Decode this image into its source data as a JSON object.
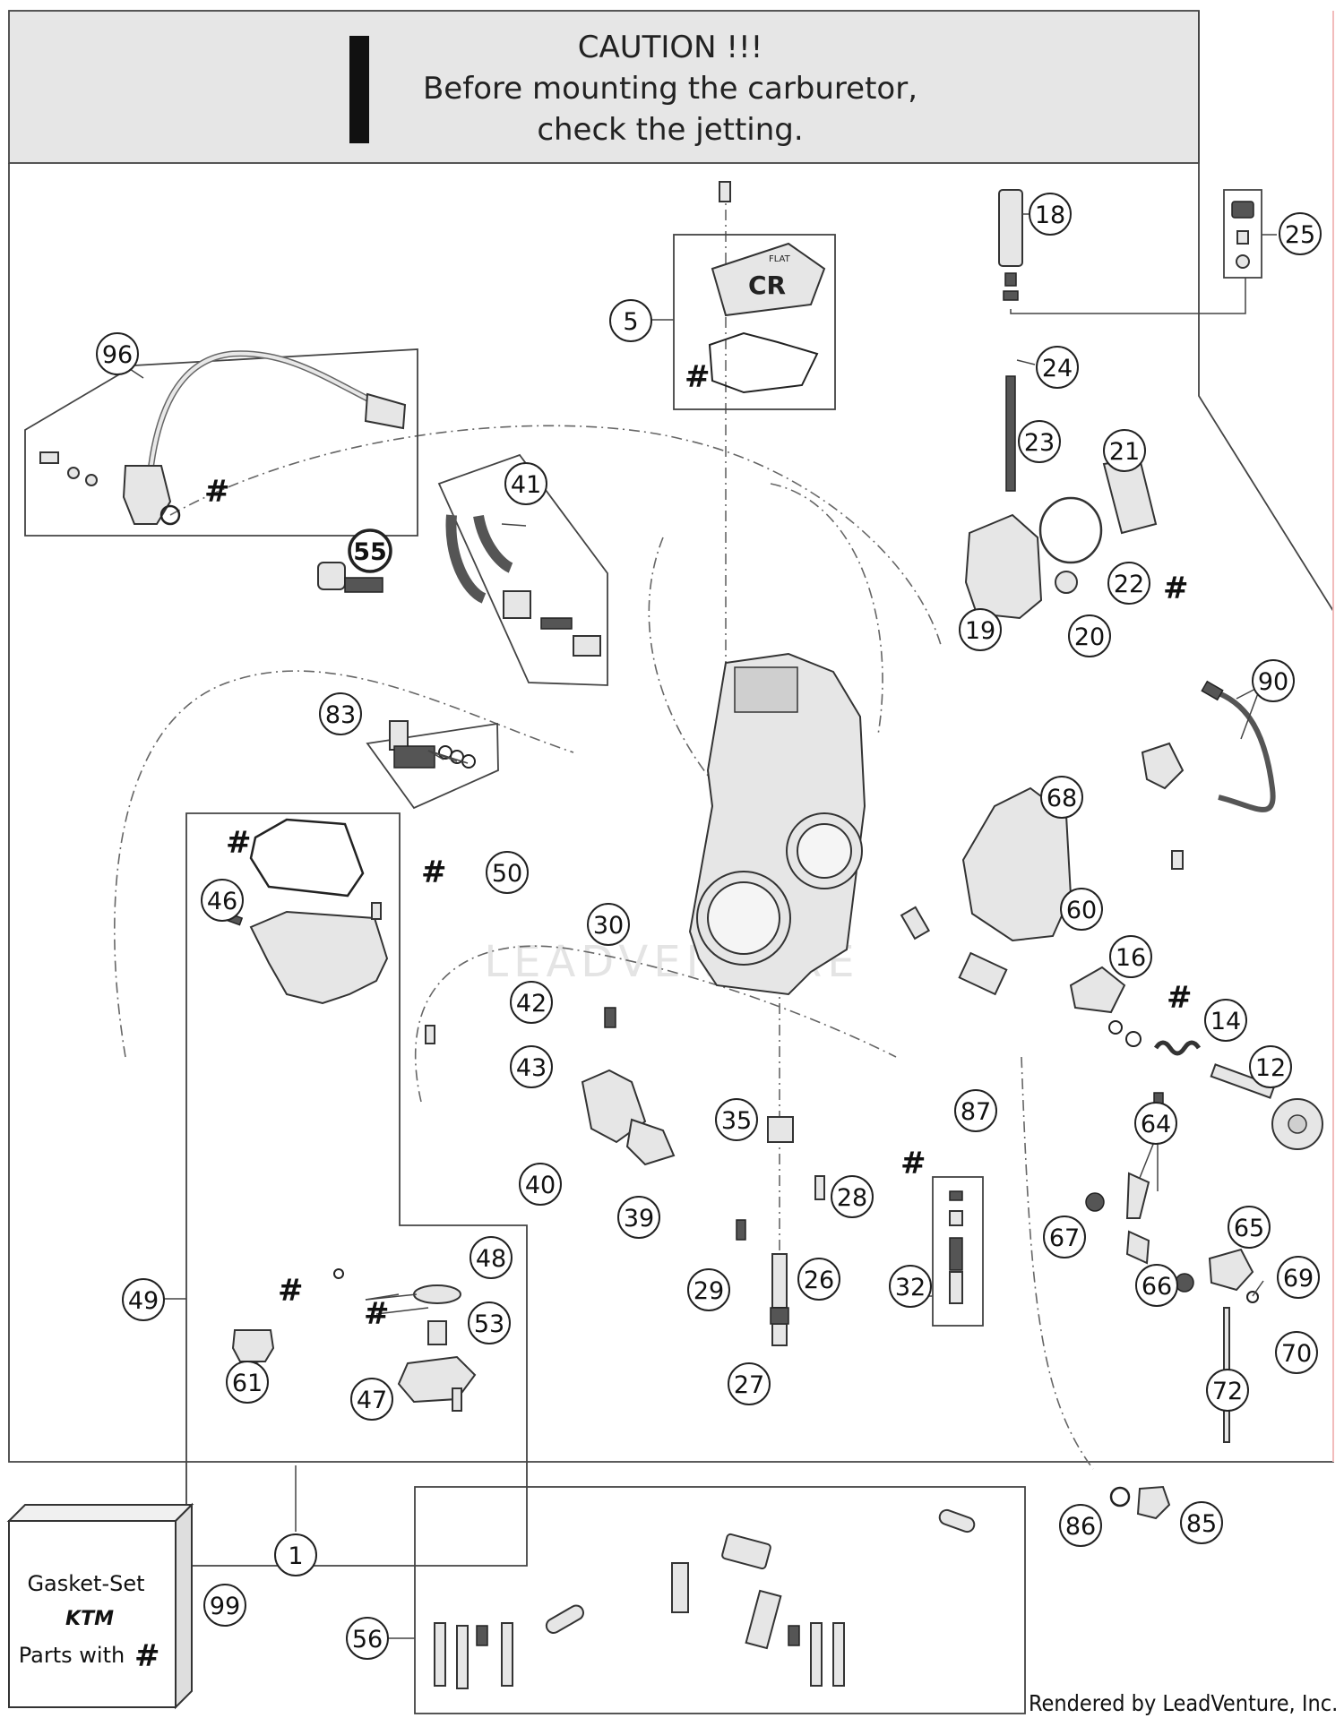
{
  "caution": {
    "mark": "!",
    "title": "CAUTION !!!",
    "line1": "Before mounting the carburetor,",
    "line2": "check the jetting."
  },
  "callouts": [
    {
      "id": "c1",
      "label": "1"
    },
    {
      "id": "c5",
      "label": "5"
    },
    {
      "id": "c12",
      "label": "12"
    },
    {
      "id": "c14",
      "label": "14"
    },
    {
      "id": "c16",
      "label": "16"
    },
    {
      "id": "c18",
      "label": "18"
    },
    {
      "id": "c19",
      "label": "19"
    },
    {
      "id": "c20",
      "label": "20"
    },
    {
      "id": "c21",
      "label": "21"
    },
    {
      "id": "c22",
      "label": "22"
    },
    {
      "id": "c23",
      "label": "23"
    },
    {
      "id": "c24",
      "label": "24"
    },
    {
      "id": "c25",
      "label": "25"
    },
    {
      "id": "c26",
      "label": "26"
    },
    {
      "id": "c27",
      "label": "27"
    },
    {
      "id": "c28",
      "label": "28"
    },
    {
      "id": "c29",
      "label": "29"
    },
    {
      "id": "c30",
      "label": "30"
    },
    {
      "id": "c32",
      "label": "32"
    },
    {
      "id": "c35",
      "label": "35"
    },
    {
      "id": "c39",
      "label": "39"
    },
    {
      "id": "c40",
      "label": "40"
    },
    {
      "id": "c41",
      "label": "41"
    },
    {
      "id": "c42",
      "label": "42"
    },
    {
      "id": "c43",
      "label": "43"
    },
    {
      "id": "c46",
      "label": "46"
    },
    {
      "id": "c47",
      "label": "47"
    },
    {
      "id": "c48",
      "label": "48"
    },
    {
      "id": "c49",
      "label": "49"
    },
    {
      "id": "c50",
      "label": "50"
    },
    {
      "id": "c53",
      "label": "53"
    },
    {
      "id": "c55",
      "label": "55"
    },
    {
      "id": "c56",
      "label": "56"
    },
    {
      "id": "c60",
      "label": "60"
    },
    {
      "id": "c61",
      "label": "61"
    },
    {
      "id": "c64",
      "label": "64"
    },
    {
      "id": "c65",
      "label": "65"
    },
    {
      "id": "c66",
      "label": "66"
    },
    {
      "id": "c67",
      "label": "67"
    },
    {
      "id": "c68",
      "label": "68"
    },
    {
      "id": "c69",
      "label": "69"
    },
    {
      "id": "c70",
      "label": "70"
    },
    {
      "id": "c72",
      "label": "72"
    },
    {
      "id": "c83",
      "label": "83"
    },
    {
      "id": "c85",
      "label": "85"
    },
    {
      "id": "c86",
      "label": "86"
    },
    {
      "id": "c87",
      "label": "87"
    },
    {
      "id": "c90",
      "label": "90"
    },
    {
      "id": "c96",
      "label": "96"
    },
    {
      "id": "c99",
      "label": "99"
    }
  ],
  "gasket_set": {
    "line1": "Gasket-Set",
    "brand": "KTM",
    "line2": "Parts with",
    "mark": "#"
  },
  "hash_mark": "#",
  "cover_label": "CR",
  "cover_small": "FLAT",
  "watermark": "LEADVENTURE",
  "credit": "Rendered by LeadVenture, Inc."
}
